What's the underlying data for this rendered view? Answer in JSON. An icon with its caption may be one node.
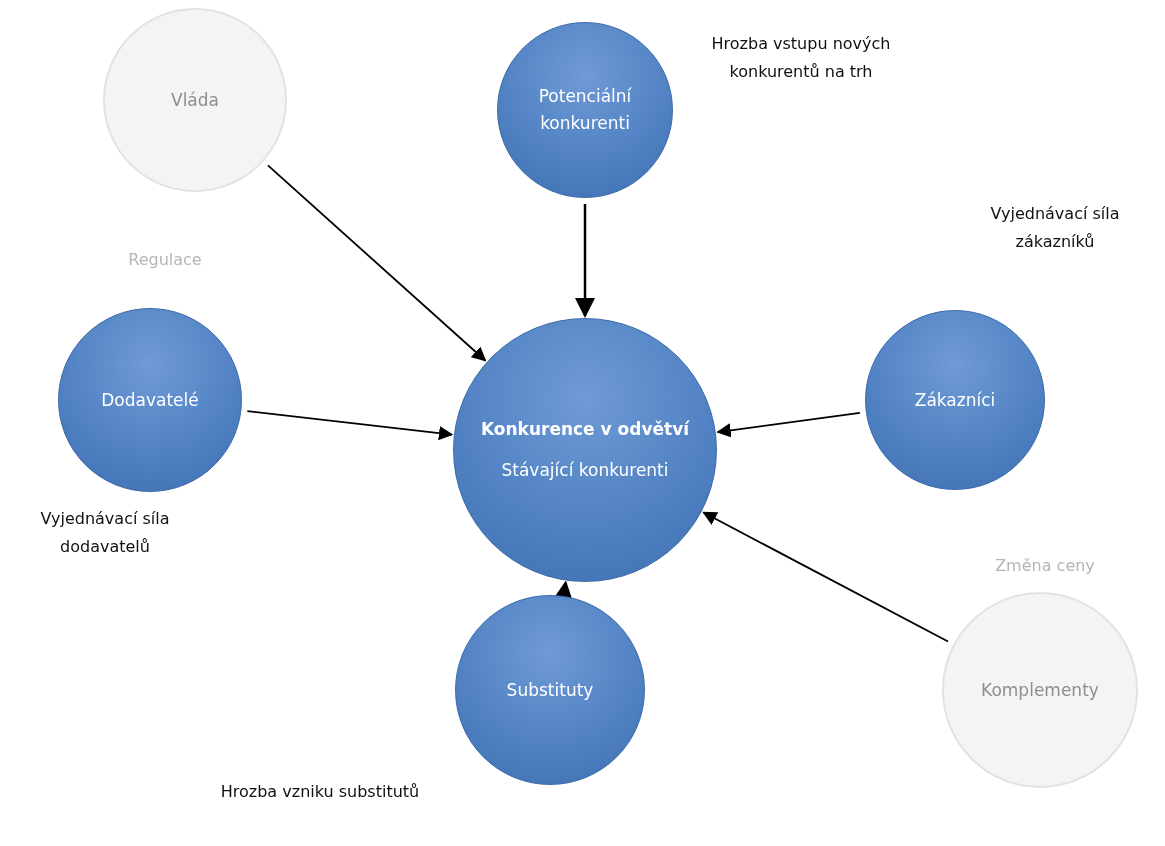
{
  "diagram": {
    "nodes": [
      {
        "text": [
          "Vláda"
        ],
        "beside": [
          "Regulace"
        ]
      },
      {
        "text": [
          "Potenciální konkurenti"
        ],
        "beside": [
          "Hrozba vstupu nových konkurentů na trh"
        ]
      },
      {
        "text": [
          "Dodavatelé"
        ],
        "beside": [
          "Vyjednávací síla dodavatelů"
        ]
      },
      {
        "text": [
          "Konkurence v odvětví",
          "Stávající konkurenti"
        ]
      },
      {
        "text": [
          "Zákazníci"
        ],
        "beside": [
          "Vyjednávací síla zákazníků"
        ]
      },
      {
        "text": [
          "Substituty"
        ],
        "beside": [
          "Hrozba vzniku substitutů"
        ]
      },
      {
        "text": [
          "Komplementy"
        ],
        "beside": [
          "Změna ceny"
        ]
      }
    ],
    "edges": [
      {
        "from": 0,
        "to": 3,
        "arrow": "to"
      },
      {
        "from": 1,
        "to": 3,
        "arrow": "to"
      },
      {
        "from": 2,
        "to": 3,
        "arrow": "to"
      },
      {
        "from": 4,
        "to": 3,
        "arrow": "to"
      },
      {
        "from": 5,
        "to": 3,
        "arrow": "to"
      },
      {
        "from": 6,
        "to": 3,
        "arrow": "to"
      }
    ]
  }
}
